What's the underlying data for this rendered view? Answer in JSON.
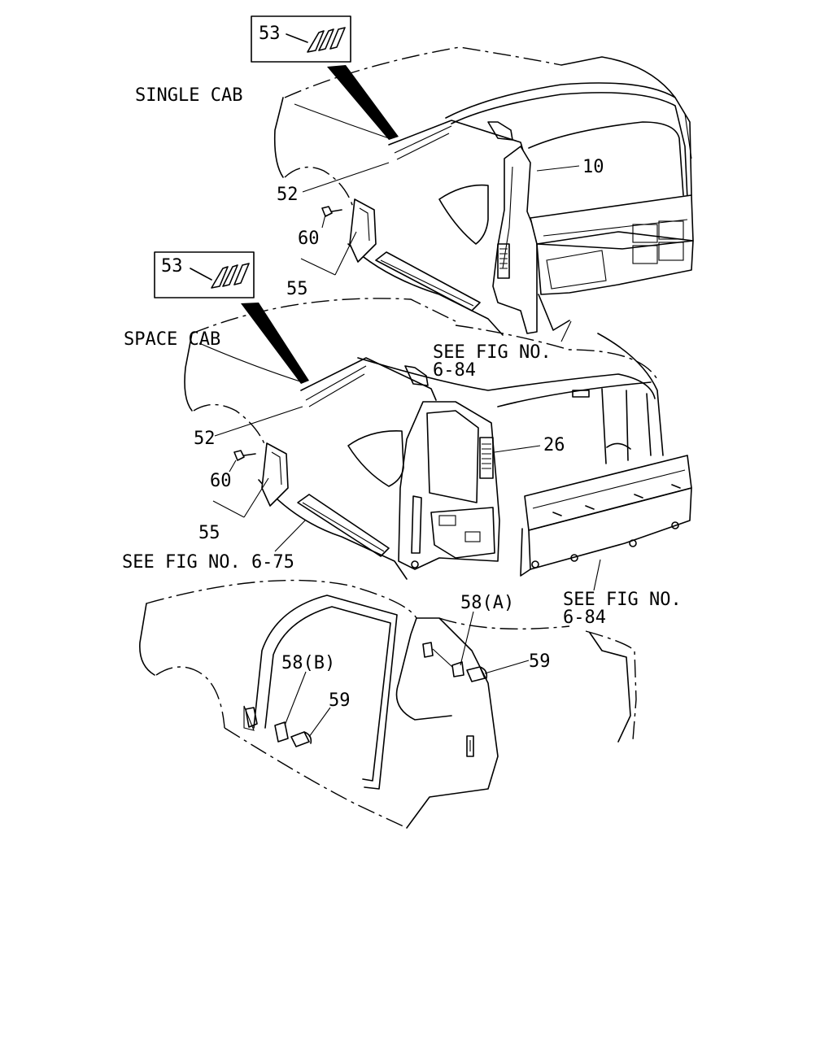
{
  "section_labels": {
    "single_cab": "SINGLE CAB",
    "space_cab": "SPACE CAB"
  },
  "references": {
    "fig_684_top_line1": "SEE FIG NO.",
    "fig_684_top_line2": "6-84",
    "fig_675": "SEE FIG NO. 6-75",
    "fig_684_bottom_line1": "SEE FIG NO.",
    "fig_684_bottom_line2": "6-84"
  },
  "callouts": {
    "single_53": "53",
    "single_10": "10",
    "single_52": "52",
    "single_60": "60",
    "single_55": "55",
    "space_53": "53",
    "space_26": "26",
    "space_52": "52",
    "space_60": "60",
    "space_55": "55",
    "door_58a": "58(A)",
    "door_59a": "59",
    "door_58b": "58(B)",
    "door_59b": "59"
  }
}
